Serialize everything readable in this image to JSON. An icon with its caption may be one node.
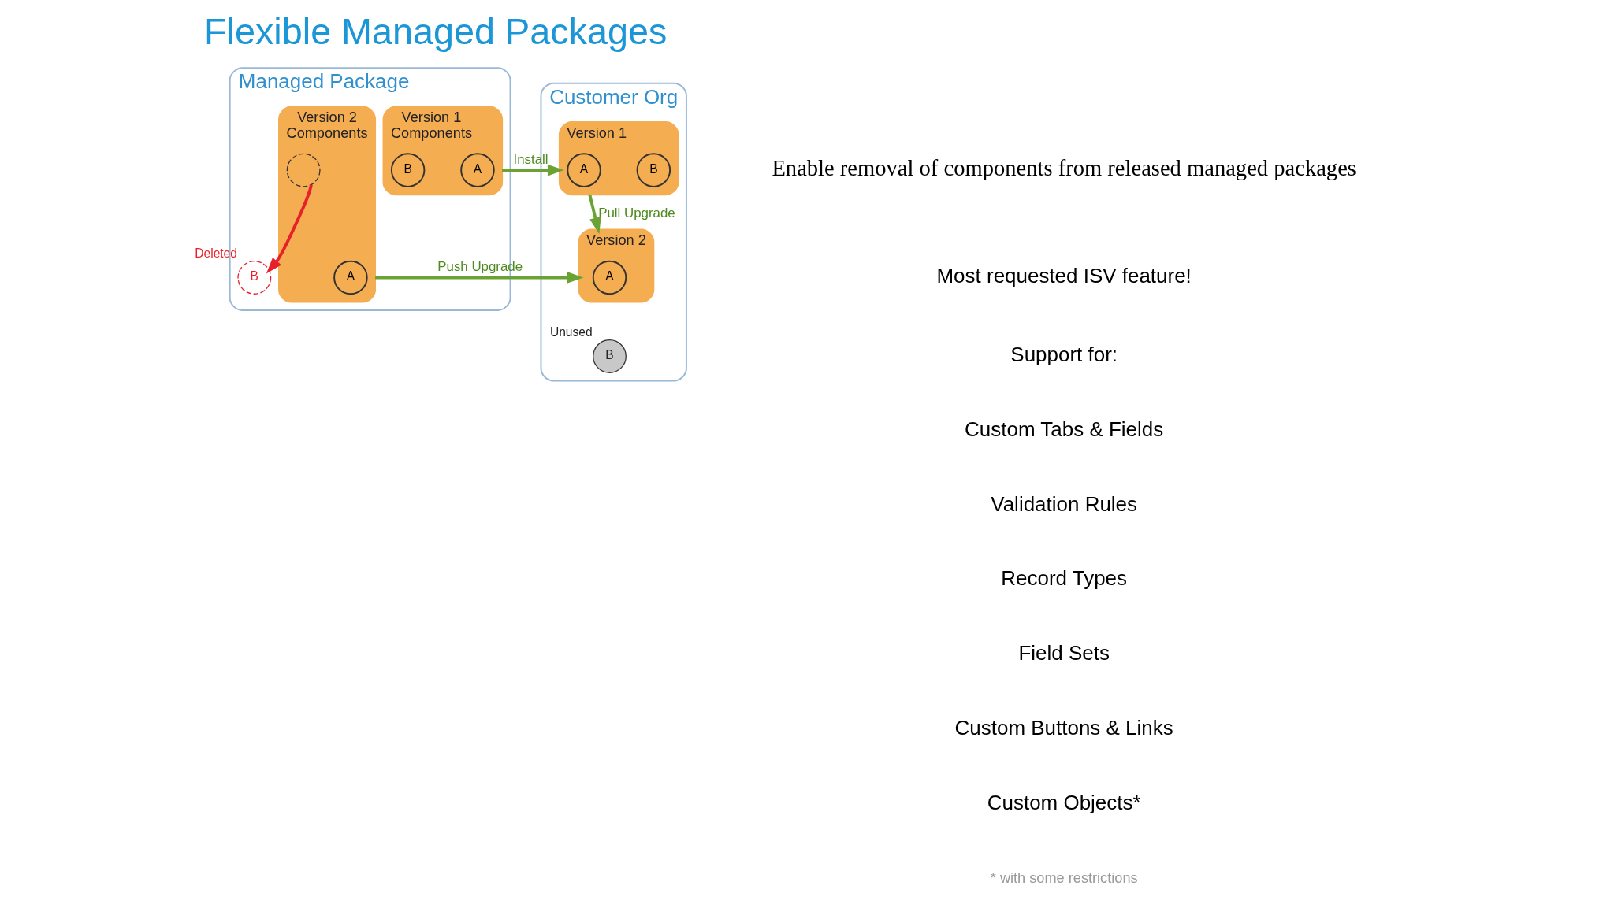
{
  "diagram": {
    "title": "Flexible Managed Packages",
    "nodes": [
      {
        "text": [
          "Managed Package"
        ]
      },
      {
        "text": [
          "Version 1",
          "Components"
        ],
        "in": 0
      },
      {
        "text": [
          "A"
        ],
        "in": 1
      },
      {
        "text": [
          "B"
        ],
        "in": 1
      },
      {
        "text": [
          "Version 2",
          "Components"
        ],
        "in": 0
      },
      {
        "text": [
          "A"
        ],
        "in": 4
      },
      {
        "text": [],
        "shape": "circle",
        "in": 4
      },
      {
        "text": [
          "B"
        ],
        "in": 0,
        "beside": [
          "Deleted"
        ]
      },
      {
        "text": [
          "Customer Org"
        ]
      },
      {
        "text": [
          "Version 1"
        ],
        "in": 8
      },
      {
        "text": [
          "A"
        ],
        "in": 9
      },
      {
        "text": [
          "B"
        ],
        "in": 9
      },
      {
        "text": [
          "Version 2"
        ],
        "in": 8
      },
      {
        "text": [
          "A"
        ],
        "in": 12
      },
      {
        "text": [
          "B"
        ],
        "in": 8,
        "beside": [
          "Unused"
        ]
      }
    ],
    "edges": [
      {
        "from": 1,
        "to": 9,
        "arrow": "to",
        "label": "Install"
      },
      {
        "from": 9,
        "to": 12,
        "arrow": "to",
        "label": "Pull Upgrade"
      },
      {
        "from": 4,
        "to": 12,
        "arrow": "to",
        "label": "Push Upgrade"
      },
      {
        "from": 6,
        "to": 7,
        "arrow": "to",
        "color": "#e8202a"
      }
    ],
    "labels": [
      "Enable removal of components from released managed packages",
      "Most requested ISV feature!",
      "Support for:",
      "Custom Tabs & Fields",
      "Validation Rules",
      "Record Types",
      "Field Sets",
      "Custom Buttons & Links",
      "Custom Objects*",
      "* with some restrictions"
    ]
  }
}
